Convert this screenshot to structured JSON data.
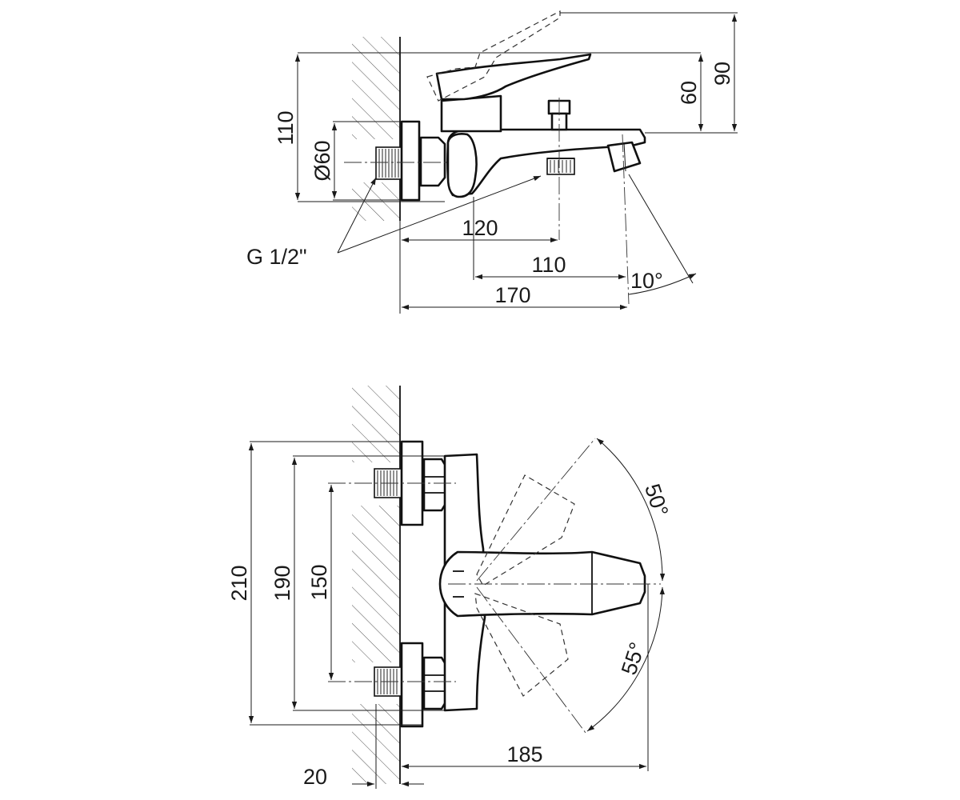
{
  "side_view": {
    "dim_height_total": "110",
    "dim_diameter": "Ø60",
    "dim_spout_to_handset": "120",
    "dim_handset_to_outlet": "110",
    "dim_wall_to_outlet": "170",
    "dim_lever_height": "60",
    "dim_lever_raised_height": "90",
    "dim_outlet_angle": "10°",
    "thread_label": "G 1/2\""
  },
  "front_view": {
    "dim_height_total": "210",
    "dim_height_body": "190",
    "dim_inlet_spacing": "150",
    "dim_angle_up": "50°",
    "dim_angle_down": "55°",
    "dim_projection": "185",
    "dim_wall_offset": "20"
  }
}
